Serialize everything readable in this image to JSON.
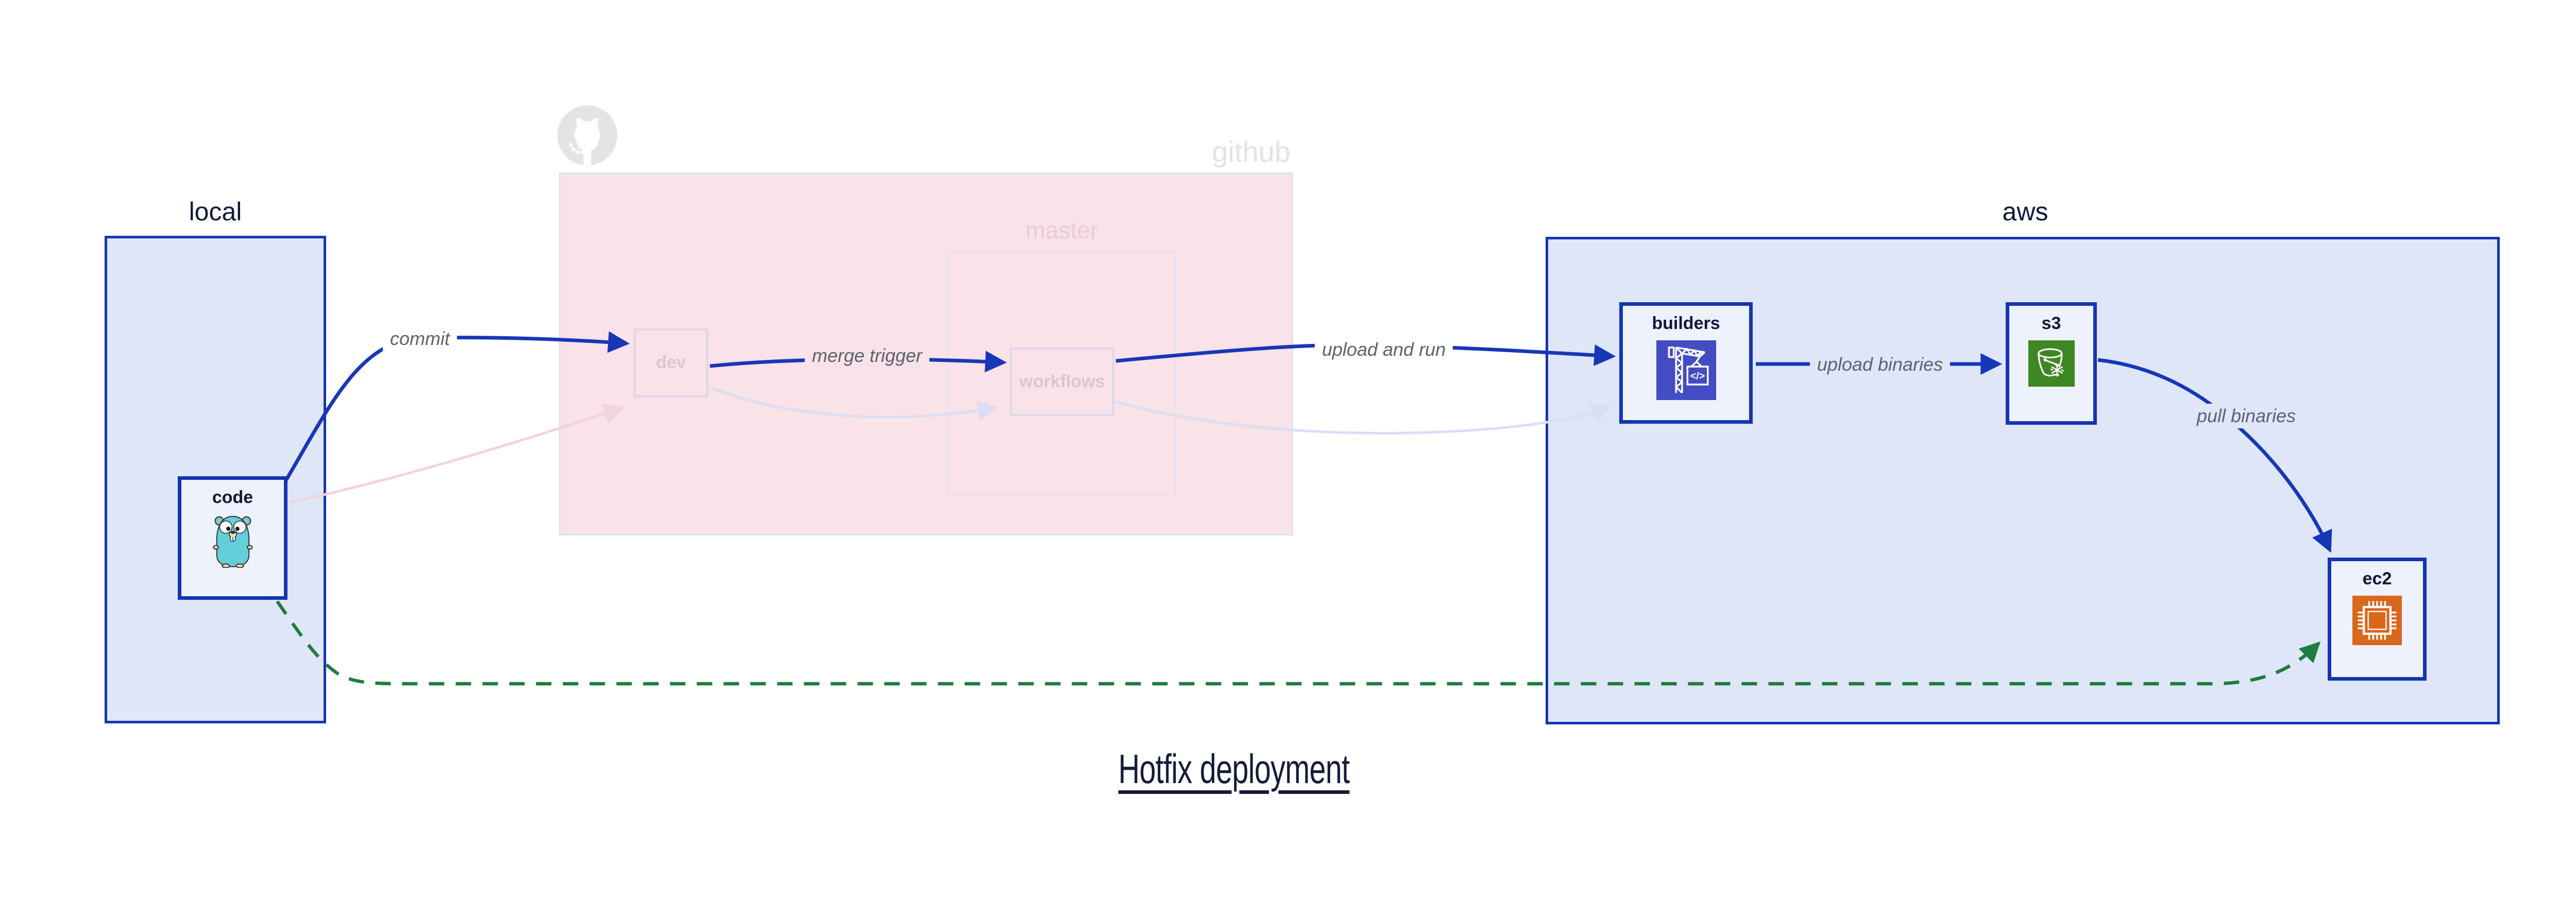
{
  "title": {
    "text": "Hotfix deployment"
  },
  "groups": {
    "local": {
      "label": "local"
    },
    "github": {
      "label": "github",
      "master_label": "master"
    },
    "aws": {
      "label": "aws"
    }
  },
  "nodes": {
    "code": {
      "label": "code",
      "icon": "go-gopher"
    },
    "dev": {
      "label": "dev"
    },
    "workflows": {
      "label": "workflows"
    },
    "builders": {
      "label": "builders",
      "icon": "aws-codebuild-crane",
      "icon_code_text": "</>"
    },
    "s3": {
      "label": "s3",
      "icon": "aws-s3-glacier-bucket"
    },
    "ec2": {
      "label": "ec2",
      "icon": "aws-ec2-chip"
    }
  },
  "edges": [
    {
      "id": "commit",
      "label": "commit",
      "from": "code",
      "to": "dev",
      "style": "solid-blue"
    },
    {
      "id": "merge-trigger",
      "label": "merge trigger",
      "from": "dev",
      "to": "workflows",
      "style": "solid-blue"
    },
    {
      "id": "upload-and-run",
      "label": "upload and run",
      "from": "workflows",
      "to": "builders",
      "style": "solid-blue"
    },
    {
      "id": "upload-binaries",
      "label": "upload binaries",
      "from": "builders",
      "to": "s3",
      "style": "solid-blue"
    },
    {
      "id": "pull-binaries",
      "label": "pull binaries",
      "from": "s3",
      "to": "ec2",
      "style": "solid-blue"
    },
    {
      "id": "hotfix-path",
      "label": "",
      "from": "code",
      "to": "ec2",
      "style": "dashed-green"
    },
    {
      "id": "code-to-dev-faded",
      "label": "",
      "from": "code",
      "to": "dev",
      "style": "faded-pink"
    },
    {
      "id": "dev-to-workflows-faded",
      "label": "",
      "from": "dev",
      "to": "workflows",
      "style": "faded-lavender"
    },
    {
      "id": "workflows-to-builders-faded",
      "label": "",
      "from": "workflows",
      "to": "builders",
      "style": "faded-lavender"
    }
  ],
  "colors": {
    "blue_border": "#1434b2",
    "blue_edge": "#1737b6",
    "container_fill": "#dfe6f8",
    "node_fill": "#edf2fc",
    "navy_text": "#13183a",
    "github_fill": "#f9e2e8",
    "github_faded_gray": "#e3e3e7",
    "faded_node_border": "#ded7eb",
    "faded_node_label": "#dcc6d1",
    "master_label": "#e8cdd8",
    "edge_label_gray": "#5d6270",
    "green_dashed": "#1d7d3e",
    "faded_pink_edge": "#f3d3dd",
    "faded_lavender_edge": "#dbdef3",
    "codebuild_indigo": "#434cc3",
    "s3_green": "#3f8624",
    "ec2_orange": "#d9671c"
  }
}
